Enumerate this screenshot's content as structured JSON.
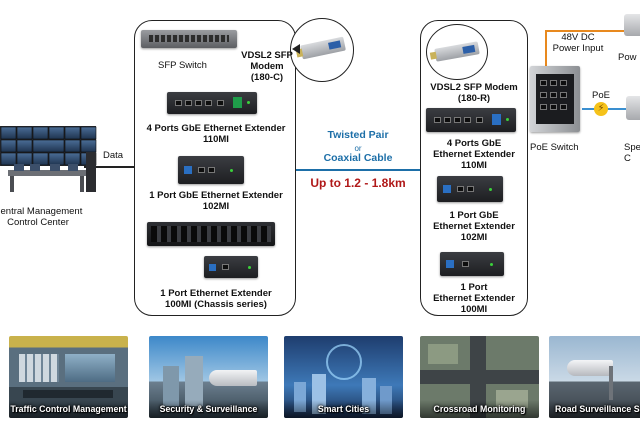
{
  "left_site": {
    "control_center_label": "Central Management\nControl Center",
    "data_label": "Data"
  },
  "left_group": {
    "sfp_switch": "SFP Switch",
    "vdsl2_sfp_modem": "VDSL2 SFP\nModem\n(180-C)",
    "four_port_extender": "4 Ports GbE Ethernet Extender\n110MI",
    "one_port_gbe_extender": "1 Port GbE Ethernet Extender\n102MI",
    "chassis_extender": "1 Port Ethernet Extender\n100MI (Chassis series)"
  },
  "link": {
    "medium_1": "Twisted Pair",
    "or": "or",
    "medium_2": "Coaxial Cable",
    "distance": "Up to 1.2 - 1.8km"
  },
  "right_group": {
    "vdsl2_sfp_modem": "VDSL2 SFP Modem\n(180-R)",
    "four_port_extender": "4 Ports GbE\nEthernet Extender\n110MI",
    "one_port_gbe_extender": "1 Port GbE\nEthernet Extender\n102MI",
    "one_port_extender": "1 Port\nEthernet Extender\n100MI"
  },
  "right_site": {
    "power_input": "48V DC\nPower Input",
    "poe_switch": "PoE Switch",
    "poe": "PoE",
    "power_label_cut": "Pow",
    "speed_label_cut": "Spe\nC"
  },
  "scenarios": [
    {
      "label": "Traffic Control Management"
    },
    {
      "label": "Security & Surveillance"
    },
    {
      "label": "Smart Cities"
    },
    {
      "label": "Crossroad Monitoring"
    },
    {
      "label": "Road Surveillance Sys"
    }
  ],
  "colors": {
    "link_blue": "#1d6fa8",
    "distance_red": "#b01818",
    "power_orange": "#e8891e",
    "poe_blue": "#3a8fd0"
  }
}
